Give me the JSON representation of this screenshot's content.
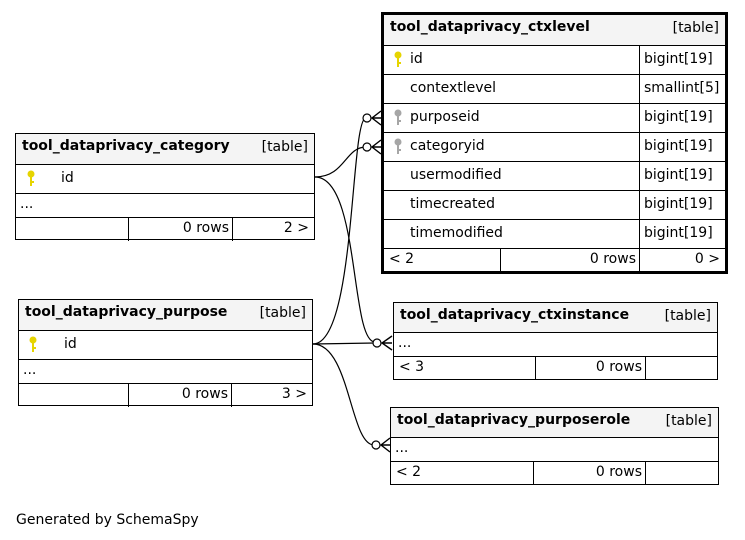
{
  "footer": "Generated by SchemaSpy",
  "icons": {
    "primary_key": "gold-key-icon",
    "foreign_key": "gray-key-icon"
  },
  "colors": {
    "primary_key": "#e6d400",
    "foreign_key": "#a6a6a6",
    "header_bg": "#f4f4f4"
  },
  "tables": {
    "ctxlevel": {
      "name": "tool_dataprivacy_ctxlevel",
      "kind": "[table]",
      "columns": [
        {
          "name": "id",
          "type": "bigint[19]"
        },
        {
          "name": "contextlevel",
          "type": "smallint[5]"
        },
        {
          "name": "purposeid",
          "type": "bigint[19]"
        },
        {
          "name": "categoryid",
          "type": "bigint[19]"
        },
        {
          "name": "usermodified",
          "type": "bigint[19]"
        },
        {
          "name": "timecreated",
          "type": "bigint[19]"
        },
        {
          "name": "timemodified",
          "type": "bigint[19]"
        }
      ],
      "footer": {
        "parents": "< 2",
        "rows": "0 rows",
        "children": "0 >"
      }
    },
    "category": {
      "name": "tool_dataprivacy_category",
      "kind": "[table]",
      "columns": [
        {
          "name": "id"
        }
      ],
      "ellipsis": "...",
      "footer": {
        "parents": "",
        "rows": "0 rows",
        "children": "2 >"
      }
    },
    "purpose": {
      "name": "tool_dataprivacy_purpose",
      "kind": "[table]",
      "columns": [
        {
          "name": "id"
        }
      ],
      "ellipsis": "...",
      "footer": {
        "parents": "",
        "rows": "0 rows",
        "children": "3 >"
      }
    },
    "ctxinstance": {
      "name": "tool_dataprivacy_ctxinstance",
      "kind": "[table]",
      "ellipsis": "...",
      "footer": {
        "parents": "< 3",
        "rows": "0 rows",
        "children": ""
      }
    },
    "purposerole": {
      "name": "tool_dataprivacy_purposerole",
      "kind": "[table]",
      "ellipsis": "...",
      "footer": {
        "parents": "< 2",
        "rows": "0 rows",
        "children": ""
      }
    }
  }
}
